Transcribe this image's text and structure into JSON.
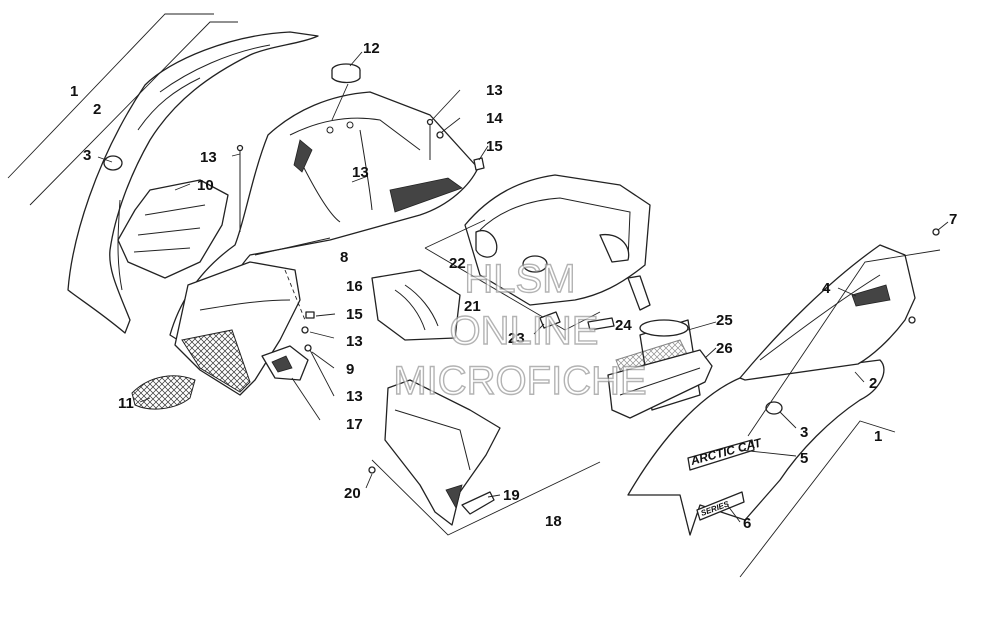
{
  "labels": {
    "l1a": "1",
    "l2a": "2",
    "l3a": "3",
    "l10": "10",
    "l12": "12",
    "l13a": "13",
    "l13b": "13",
    "l13c": "13",
    "l14": "14",
    "l15a": "15",
    "l7": "7",
    "l4": "4",
    "l8": "8",
    "l22": "22",
    "l16": "16",
    "l21": "21",
    "l15b": "15",
    "l13d": "13",
    "l23": "23",
    "l24": "24",
    "l25": "25",
    "l26": "26",
    "l2b": "2",
    "l9": "9",
    "l11": "11",
    "l13e": "13",
    "l17": "17",
    "l3b": "3",
    "l1b": "1",
    "l5": "5",
    "l20": "20",
    "l19": "19",
    "l18": "18",
    "l6": "6"
  },
  "decals": {
    "brand": "ARCTIC CAT",
    "model": "SERIES"
  },
  "watermark": {
    "line1": "HLSM",
    "line2": "ONLINE",
    "line3": "MICROFICHE"
  }
}
